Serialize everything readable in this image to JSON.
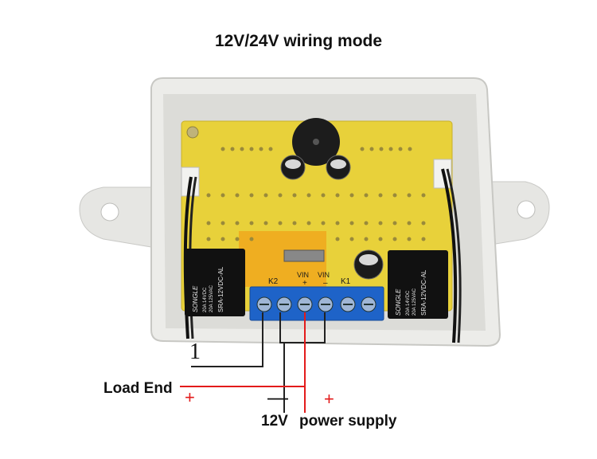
{
  "title": "12V/24V wiring mode",
  "labels": {
    "load_end": "Load End",
    "voltage": "12V",
    "power_supply": "power supply",
    "terminal_one": "1",
    "plus_left": "+",
    "plus_right": "+",
    "minus": "—"
  },
  "board": {
    "relay_left": [
      "SONGLE",
      "20A 14VDC",
      "20A 125VAC",
      "SRA-12VDC-AL"
    ],
    "relay_right": [
      "SONGLE",
      "20A 14VDC",
      "20A 125VAC",
      "SRA-12VDC-AL"
    ],
    "silkscreen": {
      "k2": "K2",
      "vin1": "VIN",
      "vin2": "VIN",
      "plus": "+",
      "minus": "–",
      "k1": "K1"
    }
  },
  "colors": {
    "positive_wire": "#e31b1b",
    "negative_wire": "#222222",
    "terminal_block": "#1e63c8",
    "pcb": "#e8d13a",
    "enclosure": "#e9e9e6",
    "relay": "#111111"
  }
}
